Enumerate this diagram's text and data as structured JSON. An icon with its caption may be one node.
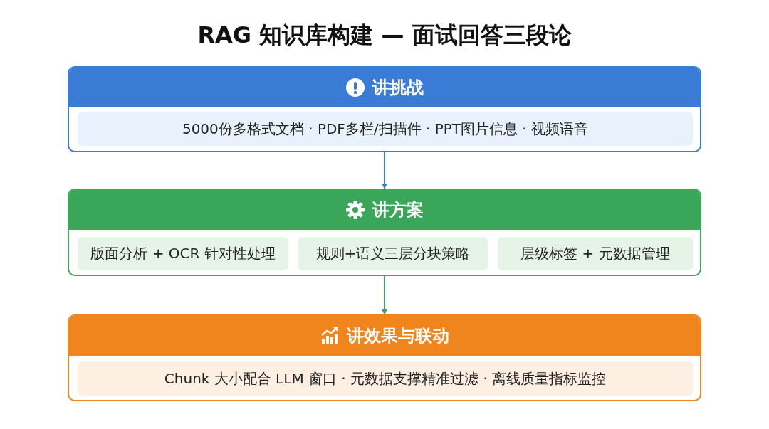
{
  "diagram": {
    "title": "RAG 知识库构建 — 面试回答三段论",
    "nodes": [
      {
        "text": [
          "讲挑战"
        ]
      },
      {
        "text": [
          "5000份多格式文档 · PDF多栏/扫描件 · PPT图片信息 · 视频语音"
        ],
        "in": 0
      },
      {
        "text": [
          "讲方案"
        ]
      },
      {
        "text": [
          "版面分析 + OCR 针对性处理"
        ],
        "in": 2
      },
      {
        "text": [
          "规则+语义三层分块策略"
        ],
        "in": 2
      },
      {
        "text": [
          "层级标签 + 元数据管理"
        ],
        "in": 2
      },
      {
        "text": [
          "讲效果与联动"
        ]
      },
      {
        "text": [
          "Chunk 大小配合 LLM 窗口 · 元数据支撑精准过滤 · 离线质量指标监控"
        ],
        "in": 6
      }
    ],
    "edges": [
      {
        "from": 0,
        "to": 2,
        "arrow": "to",
        "color": "#3a7bd5"
      },
      {
        "from": 2,
        "to": 6,
        "arrow": "to",
        "color": "#3aa65a"
      }
    ]
  }
}
